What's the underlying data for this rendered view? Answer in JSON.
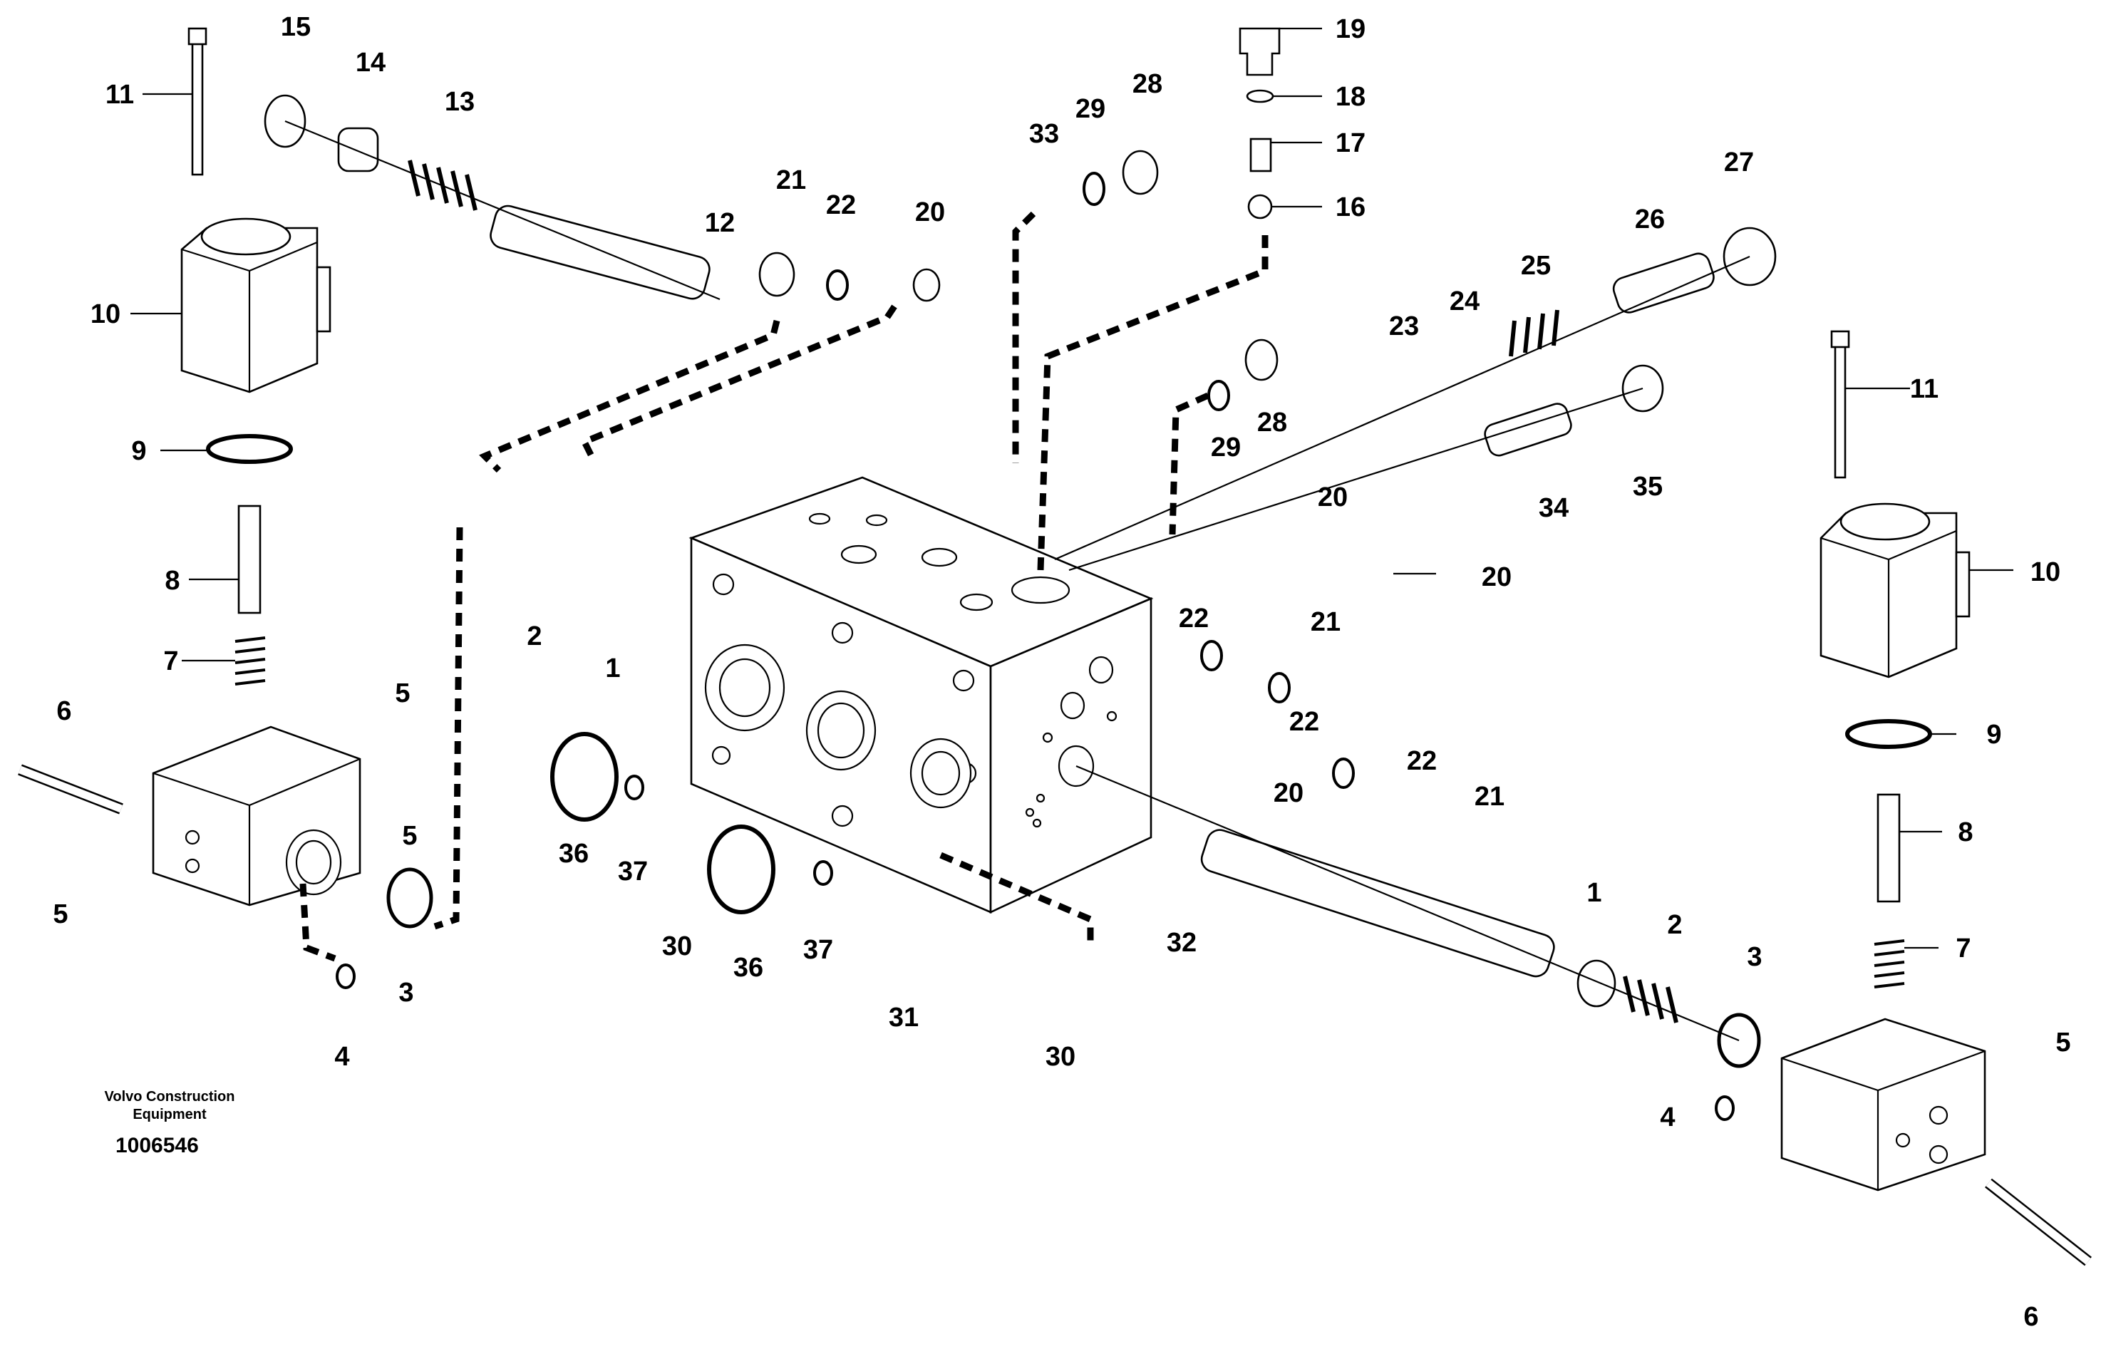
{
  "caption": {
    "line1": "Volvo Construction",
    "line2": "Equipment",
    "number": "1006546"
  },
  "labels": [
    "1",
    "1",
    "2",
    "2",
    "3",
    "3",
    "4",
    "4",
    "5",
    "5",
    "5",
    "5",
    "6",
    "6",
    "7",
    "7",
    "8",
    "8",
    "9",
    "9",
    "10",
    "10",
    "11",
    "11",
    "12",
    "13",
    "14",
    "15",
    "16",
    "17",
    "18",
    "19",
    "20",
    "20",
    "20",
    "20",
    "21",
    "21",
    "21",
    "22",
    "22",
    "22",
    "22",
    "23",
    "24",
    "25",
    "26",
    "27",
    "28",
    "28",
    "29",
    "29",
    "30",
    "30",
    "31",
    "32",
    "33",
    "34",
    "35",
    "36",
    "36",
    "37",
    "37"
  ]
}
